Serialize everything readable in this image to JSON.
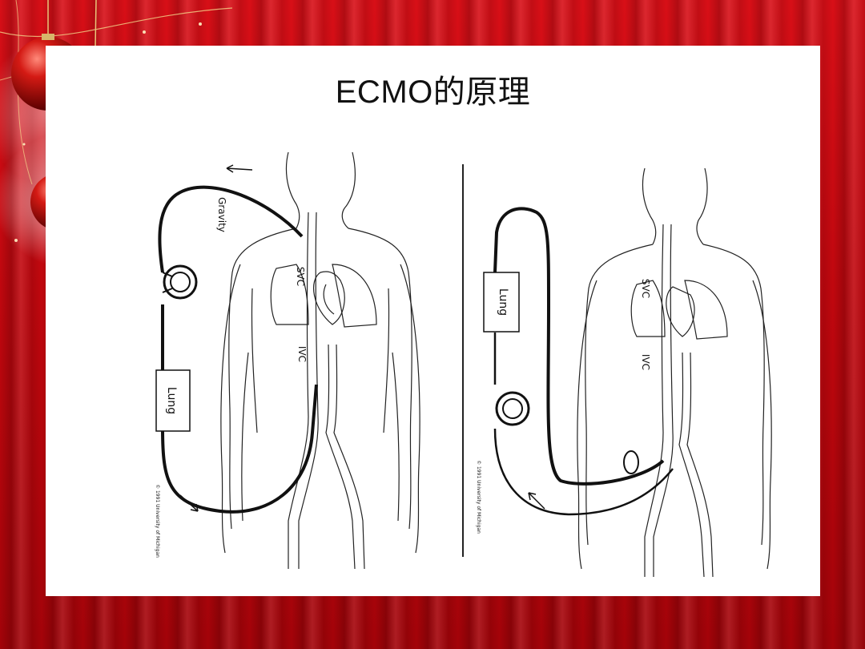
{
  "slide": {
    "title": "ECMO的原理"
  },
  "left_figure": {
    "label_gravity": "Gravity",
    "label_svc": "SVC",
    "label_ivc": "IVC",
    "label_lung": "Lung",
    "copyright": "© 1991 University of Michigan"
  },
  "right_figure": {
    "label_svc": "SVC",
    "label_ivc": "IVC",
    "label_lung": "Lung",
    "copyright": "© 1991 University of Michigan"
  },
  "colors": {
    "background_red": "#c0070e",
    "panel": "#ffffff",
    "ink": "#111111"
  }
}
